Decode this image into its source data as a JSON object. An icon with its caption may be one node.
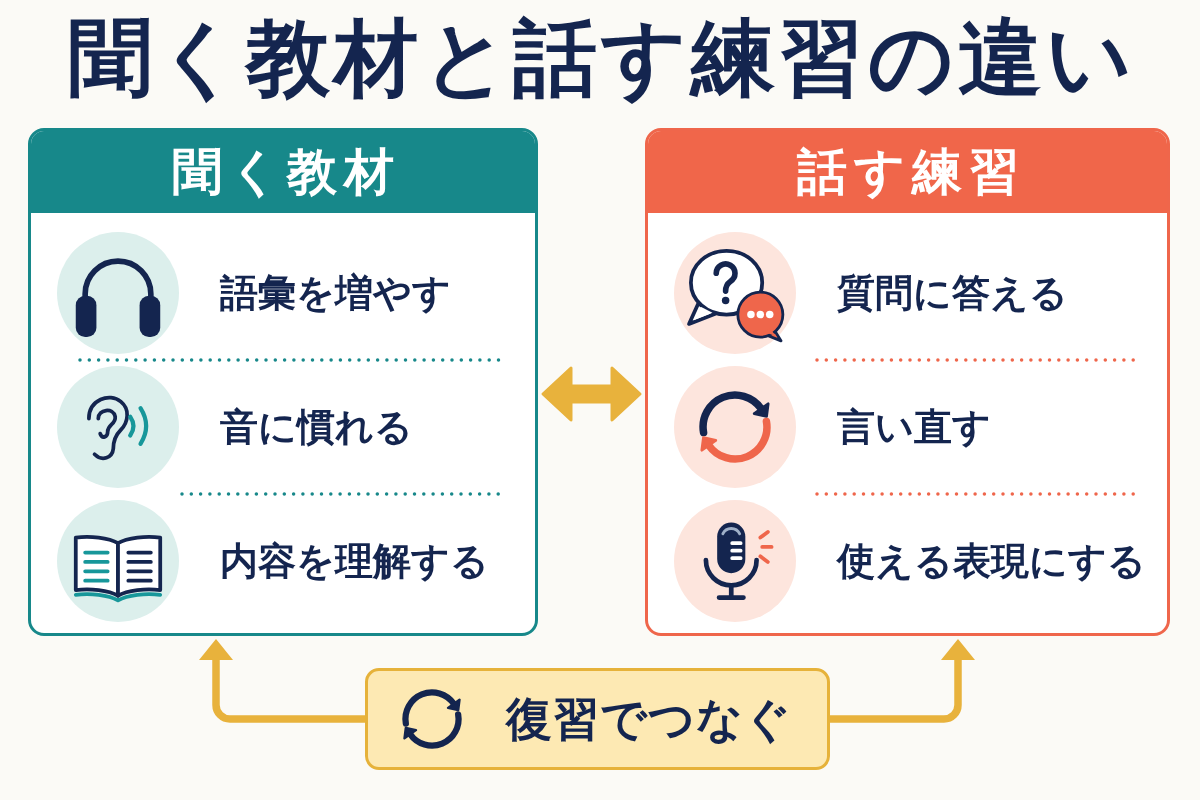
{
  "diagram": {
    "title": "聞く教材と話す練習の違い",
    "nodes": [
      {
        "text": [
          "聞く教材",
          "語彙を増やす",
          "音に慣れる",
          "内容を理解する"
        ]
      },
      {
        "text": [
          "話す練習",
          "質問に答える",
          "言い直す",
          "使える表現にする"
        ]
      },
      {
        "text": [
          "復習でつなぐ"
        ]
      }
    ],
    "edges": [
      {
        "from": 0,
        "to": 1,
        "arrow": "both",
        "style": "thick"
      },
      {
        "from": 2,
        "to": 0,
        "arrow": "to"
      },
      {
        "from": 2,
        "to": 1,
        "arrow": "to"
      }
    ]
  }
}
